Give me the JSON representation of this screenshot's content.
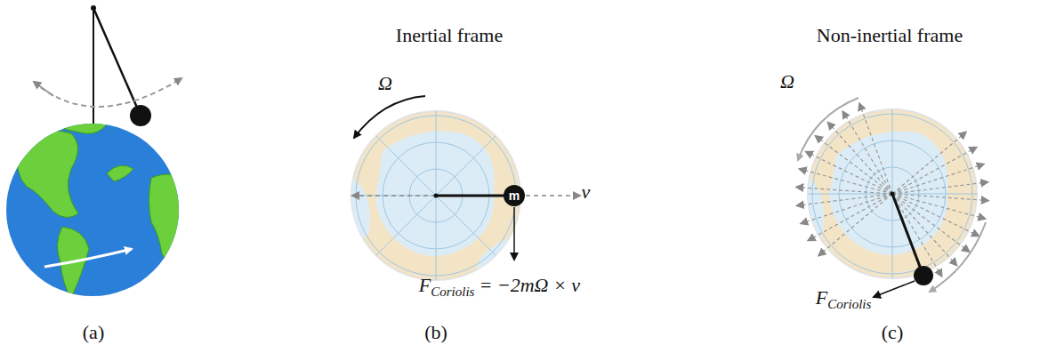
{
  "diagram": {
    "nodes": [
      {
        "text": [
          "m"
        ]
      }
    ],
    "labels": [
      "Inertial frame",
      "Non-inertial frame",
      "Ω",
      "Ω",
      "v⃗",
      "F",
      "Coriolis",
      "= −2mΩ × v⃗",
      "F",
      "Coriolis",
      "(a)",
      "(b)",
      "(c)"
    ]
  }
}
